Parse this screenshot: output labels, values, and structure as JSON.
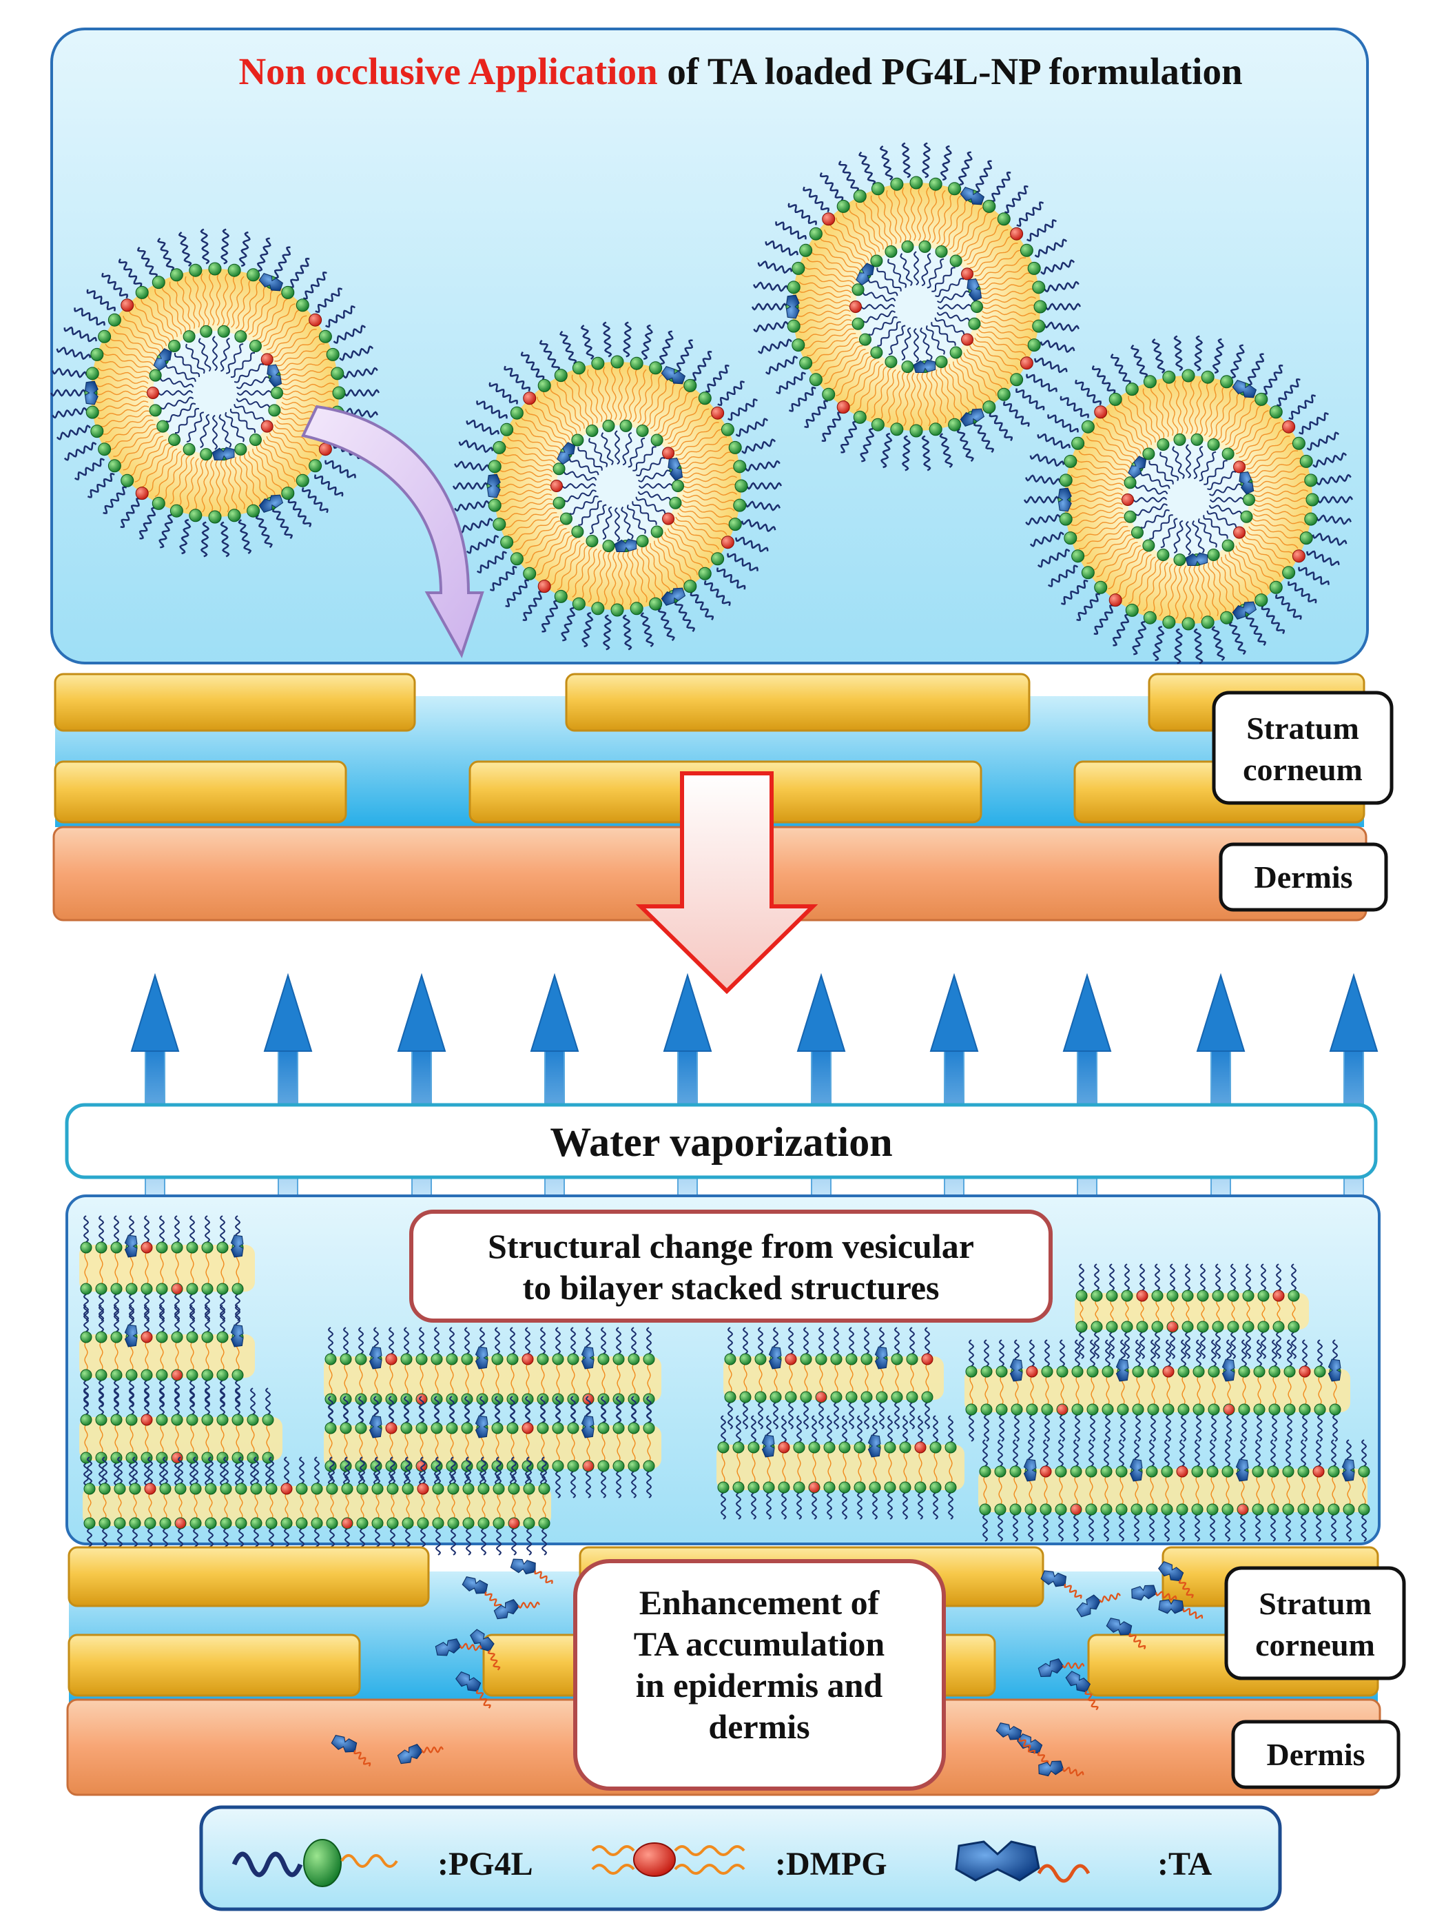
{
  "top_panel": {
    "title_highlight": "Non occlusive Application",
    "title_rest": " of TA loaded PG4L-NP formulation"
  },
  "labels": {
    "stratum_line1": "Stratum",
    "stratum_line2": "corneum",
    "dermis": "Dermis",
    "water_vaporization": "Water vaporization",
    "structural_line1": "Structural change from vesicular",
    "structural_line2": "to bilayer stacked structures",
    "enhance_line1": "Enhancement of",
    "enhance_line2": "TA accumulation",
    "enhance_line3": "in epidermis and",
    "enhance_line4": "dermis"
  },
  "legend": {
    "pg4l": ":PG4L",
    "dmpg": ":DMPG",
    "ta": ":TA"
  },
  "colors": {
    "highlight_red": "#e8231c",
    "panel_blue": "#bfe9f9",
    "corneocyte_yellow": "#f7c84a",
    "dermis_orange": "#f7a574",
    "head_green": "#1e9e3a",
    "dmpg_red": "#e83a2a",
    "ta_blue": "#1d5fb0",
    "tail_orange": "#f08a1e",
    "tail_navy": "#1c2f6e",
    "arrow_blue": "#2b8fd8"
  }
}
